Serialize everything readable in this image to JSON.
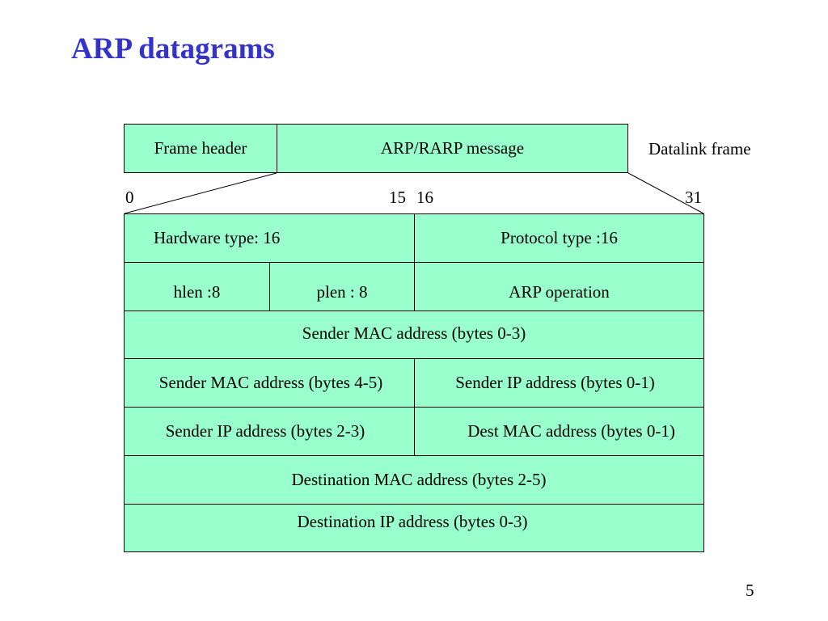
{
  "slide": {
    "title": "ARP datagrams",
    "page_number": "5"
  },
  "frame": {
    "header": "Frame header",
    "message": "ARP/RARP message",
    "caption": "Datalink frame"
  },
  "bit_labels": {
    "start": "0",
    "mid_left": "15",
    "mid_right": "16",
    "end": "31"
  },
  "packet": {
    "hardware_type": "Hardware type: 16",
    "protocol_type": "Protocol type :16",
    "hlen": "hlen :8",
    "plen": "plen : 8",
    "arp_operation": "ARP operation",
    "sender_mac_0_3": "Sender MAC address (bytes 0-3)",
    "sender_mac_4_5": "Sender MAC address (bytes 4-5)",
    "sender_ip_0_1": "Sender IP address (bytes 0-1)",
    "sender_ip_2_3": "Sender IP address (bytes 2-3)",
    "dest_mac_0_1": "Dest MAC address (bytes 0-1)",
    "dest_mac_2_5": "Destination MAC address (bytes 2-5)",
    "dest_ip_0_3": "Destination IP address (bytes 0-3)"
  },
  "colors": {
    "title": "#3333cc",
    "cell_fill": "#99ffcc",
    "stroke": "#000000"
  }
}
